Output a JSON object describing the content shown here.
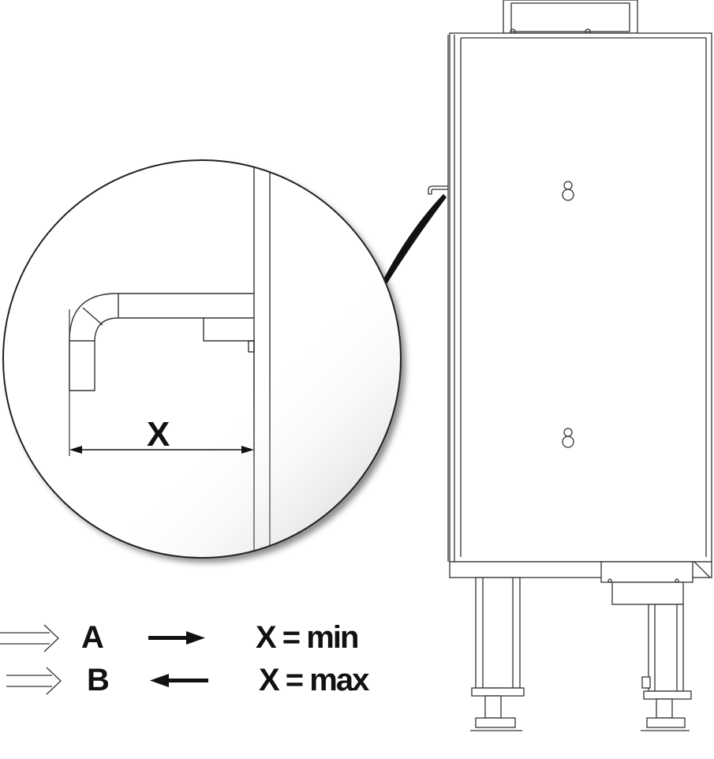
{
  "diagram": {
    "dimension_label": "X",
    "legend": [
      {
        "key": "A",
        "arrow_direction": "right",
        "result": "X = min"
      },
      {
        "key": "B",
        "arrow_direction": "left",
        "result": "X = max"
      }
    ]
  }
}
